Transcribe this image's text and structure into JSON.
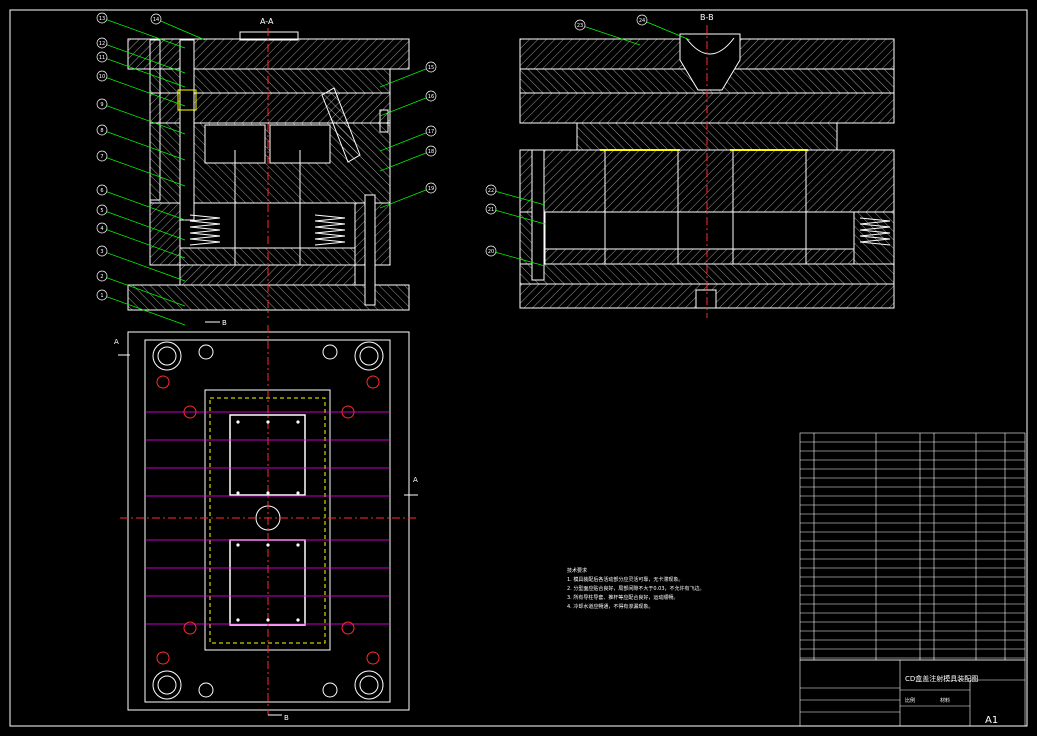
{
  "section_a": {
    "title": "A-A"
  },
  "section_b": {
    "title": "B-B"
  },
  "plan_markers": {
    "a": "A",
    "b": "B"
  },
  "callouts_left": [
    "13",
    "12",
    "11",
    "10",
    "9",
    "8",
    "7",
    "6",
    "5",
    "4",
    "3",
    "2",
    "1"
  ],
  "callouts_top": [
    "14"
  ],
  "callouts_right_a": [
    "15",
    "16",
    "17",
    "18",
    "19"
  ],
  "callouts_b_top": [
    "23",
    "24"
  ],
  "callouts_b_left": [
    "22",
    "21",
    "20"
  ],
  "notes": {
    "heading": "技术要求",
    "lines": [
      "1. 模具装配后各活动部分应灵活可靠，无卡滞现象。",
      "2. 分型面应贴合良好，局部间隙不大于0.03，不允许有飞边。",
      "3. 所有导柱导套、推杆等应配合良好，运动顺畅。",
      "4. 冷却水道应畅通，不得有渗漏现象。"
    ]
  },
  "title_block": {
    "drawing_title": "CD盒盖注射模具装配图",
    "sheet": "A1",
    "scale_label": "比例",
    "material_label": "材料"
  },
  "colors": {
    "line": "#ffffff",
    "center": "#ff2a2a",
    "hidden": "#ffff00",
    "accent": "#ff00ff",
    "cyan": "#00ffff",
    "green": "#00ff00"
  }
}
